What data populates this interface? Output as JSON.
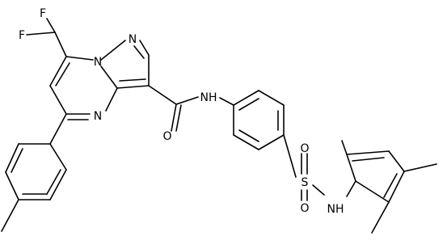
{
  "molecule": {
    "atoms": [
      {
        "id": "F1",
        "label": "F"
      },
      {
        "id": "F2",
        "label": "F"
      },
      {
        "id": "N1",
        "label": "N"
      },
      {
        "id": "N2",
        "label": "N"
      },
      {
        "id": "N3",
        "label": "N"
      },
      {
        "id": "O1",
        "label": "O"
      },
      {
        "id": "NH1",
        "label": "NH"
      },
      {
        "id": "S1",
        "label": "S"
      },
      {
        "id": "O2",
        "label": "O"
      },
      {
        "id": "O3",
        "label": "O"
      },
      {
        "id": "NH2",
        "label": "NH"
      }
    ]
  }
}
